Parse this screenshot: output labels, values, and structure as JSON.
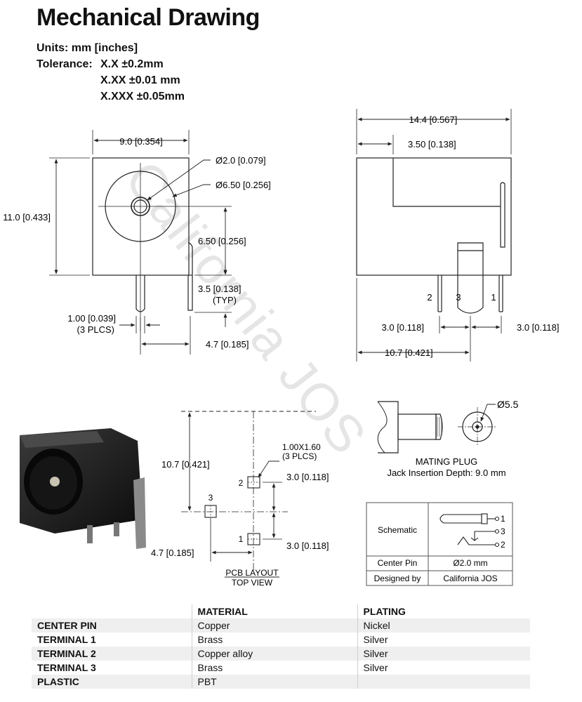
{
  "title": "Mechanical Drawing",
  "units_line": "Units: mm [inches]",
  "tolerance": {
    "label": "Tolerance:",
    "line1": "X.X ±0.2mm",
    "line2": "X.XX ±0.01 mm",
    "line3": "X.XXX ±0.05mm"
  },
  "watermark": "California JOS",
  "front_view": {
    "dim_width": "9.0 [0.354]",
    "dim_height": "11.0 [0.433]",
    "dia_pin": "Ø2.0 [0.079]",
    "dia_outer": "Ø6.50 [0.256]",
    "dim_center_height": "6.50 [0.256]",
    "dim_lead": "3.5 [0.138]",
    "dim_lead_note": "(TYP)",
    "dim_pin_width": "1.00 [0.039]",
    "dim_pin_width_note": "(3 PLCS)",
    "dim_pin_spacing": "4.7 [0.185]"
  },
  "side_view": {
    "dim_overall": "14.4 [0.567]",
    "dim_front": "3.50 [0.138]",
    "pin_labels": [
      "2",
      "3",
      "1"
    ],
    "dim_left": "3.0 [0.118]",
    "dim_right": "3.0 [0.118]",
    "dim_base": "10.7 [0.421]"
  },
  "pcb_layout": {
    "dim_depth": "10.7 [0.421]",
    "pad_size": "1.00X1.60",
    "pad_count": "(3 PLCS)",
    "dim_pad_upper": "3.0 [0.118]",
    "dim_pad_lower": "3.0 [0.118]",
    "dim_offset": "4.7 [0.185]",
    "pad_labels": [
      "2",
      "3",
      "1"
    ],
    "caption1": "PCB LAYOUT",
    "caption2": "TOP VIEW"
  },
  "mating_plug": {
    "dia": "Ø5.5",
    "caption": "MATING PLUG",
    "insertion": "Jack Insertion Depth: 9.0 mm"
  },
  "schematic_table": {
    "schematic_label": "Schematic",
    "pin_numbers": [
      "1",
      "3",
      "2"
    ],
    "center_pin_label": "Center Pin",
    "center_pin_value": "Ø2.0 mm",
    "designed_by_label": "Designed by",
    "designed_by_value": "California JOS"
  },
  "materials": {
    "headers": [
      "",
      "MATERIAL",
      "PLATING"
    ],
    "rows": [
      {
        "part": "CENTER PIN",
        "material": "Copper",
        "plating": "Nickel"
      },
      {
        "part": "TERMINAL 1",
        "material": "Brass",
        "plating": "Silver"
      },
      {
        "part": "TERMINAL 2",
        "material": "Copper alloy",
        "plating": "Silver"
      },
      {
        "part": "TERMINAL 3",
        "material": "Brass",
        "plating": "Silver"
      },
      {
        "part": "PLASTIC",
        "material": "PBT",
        "plating": ""
      }
    ]
  }
}
